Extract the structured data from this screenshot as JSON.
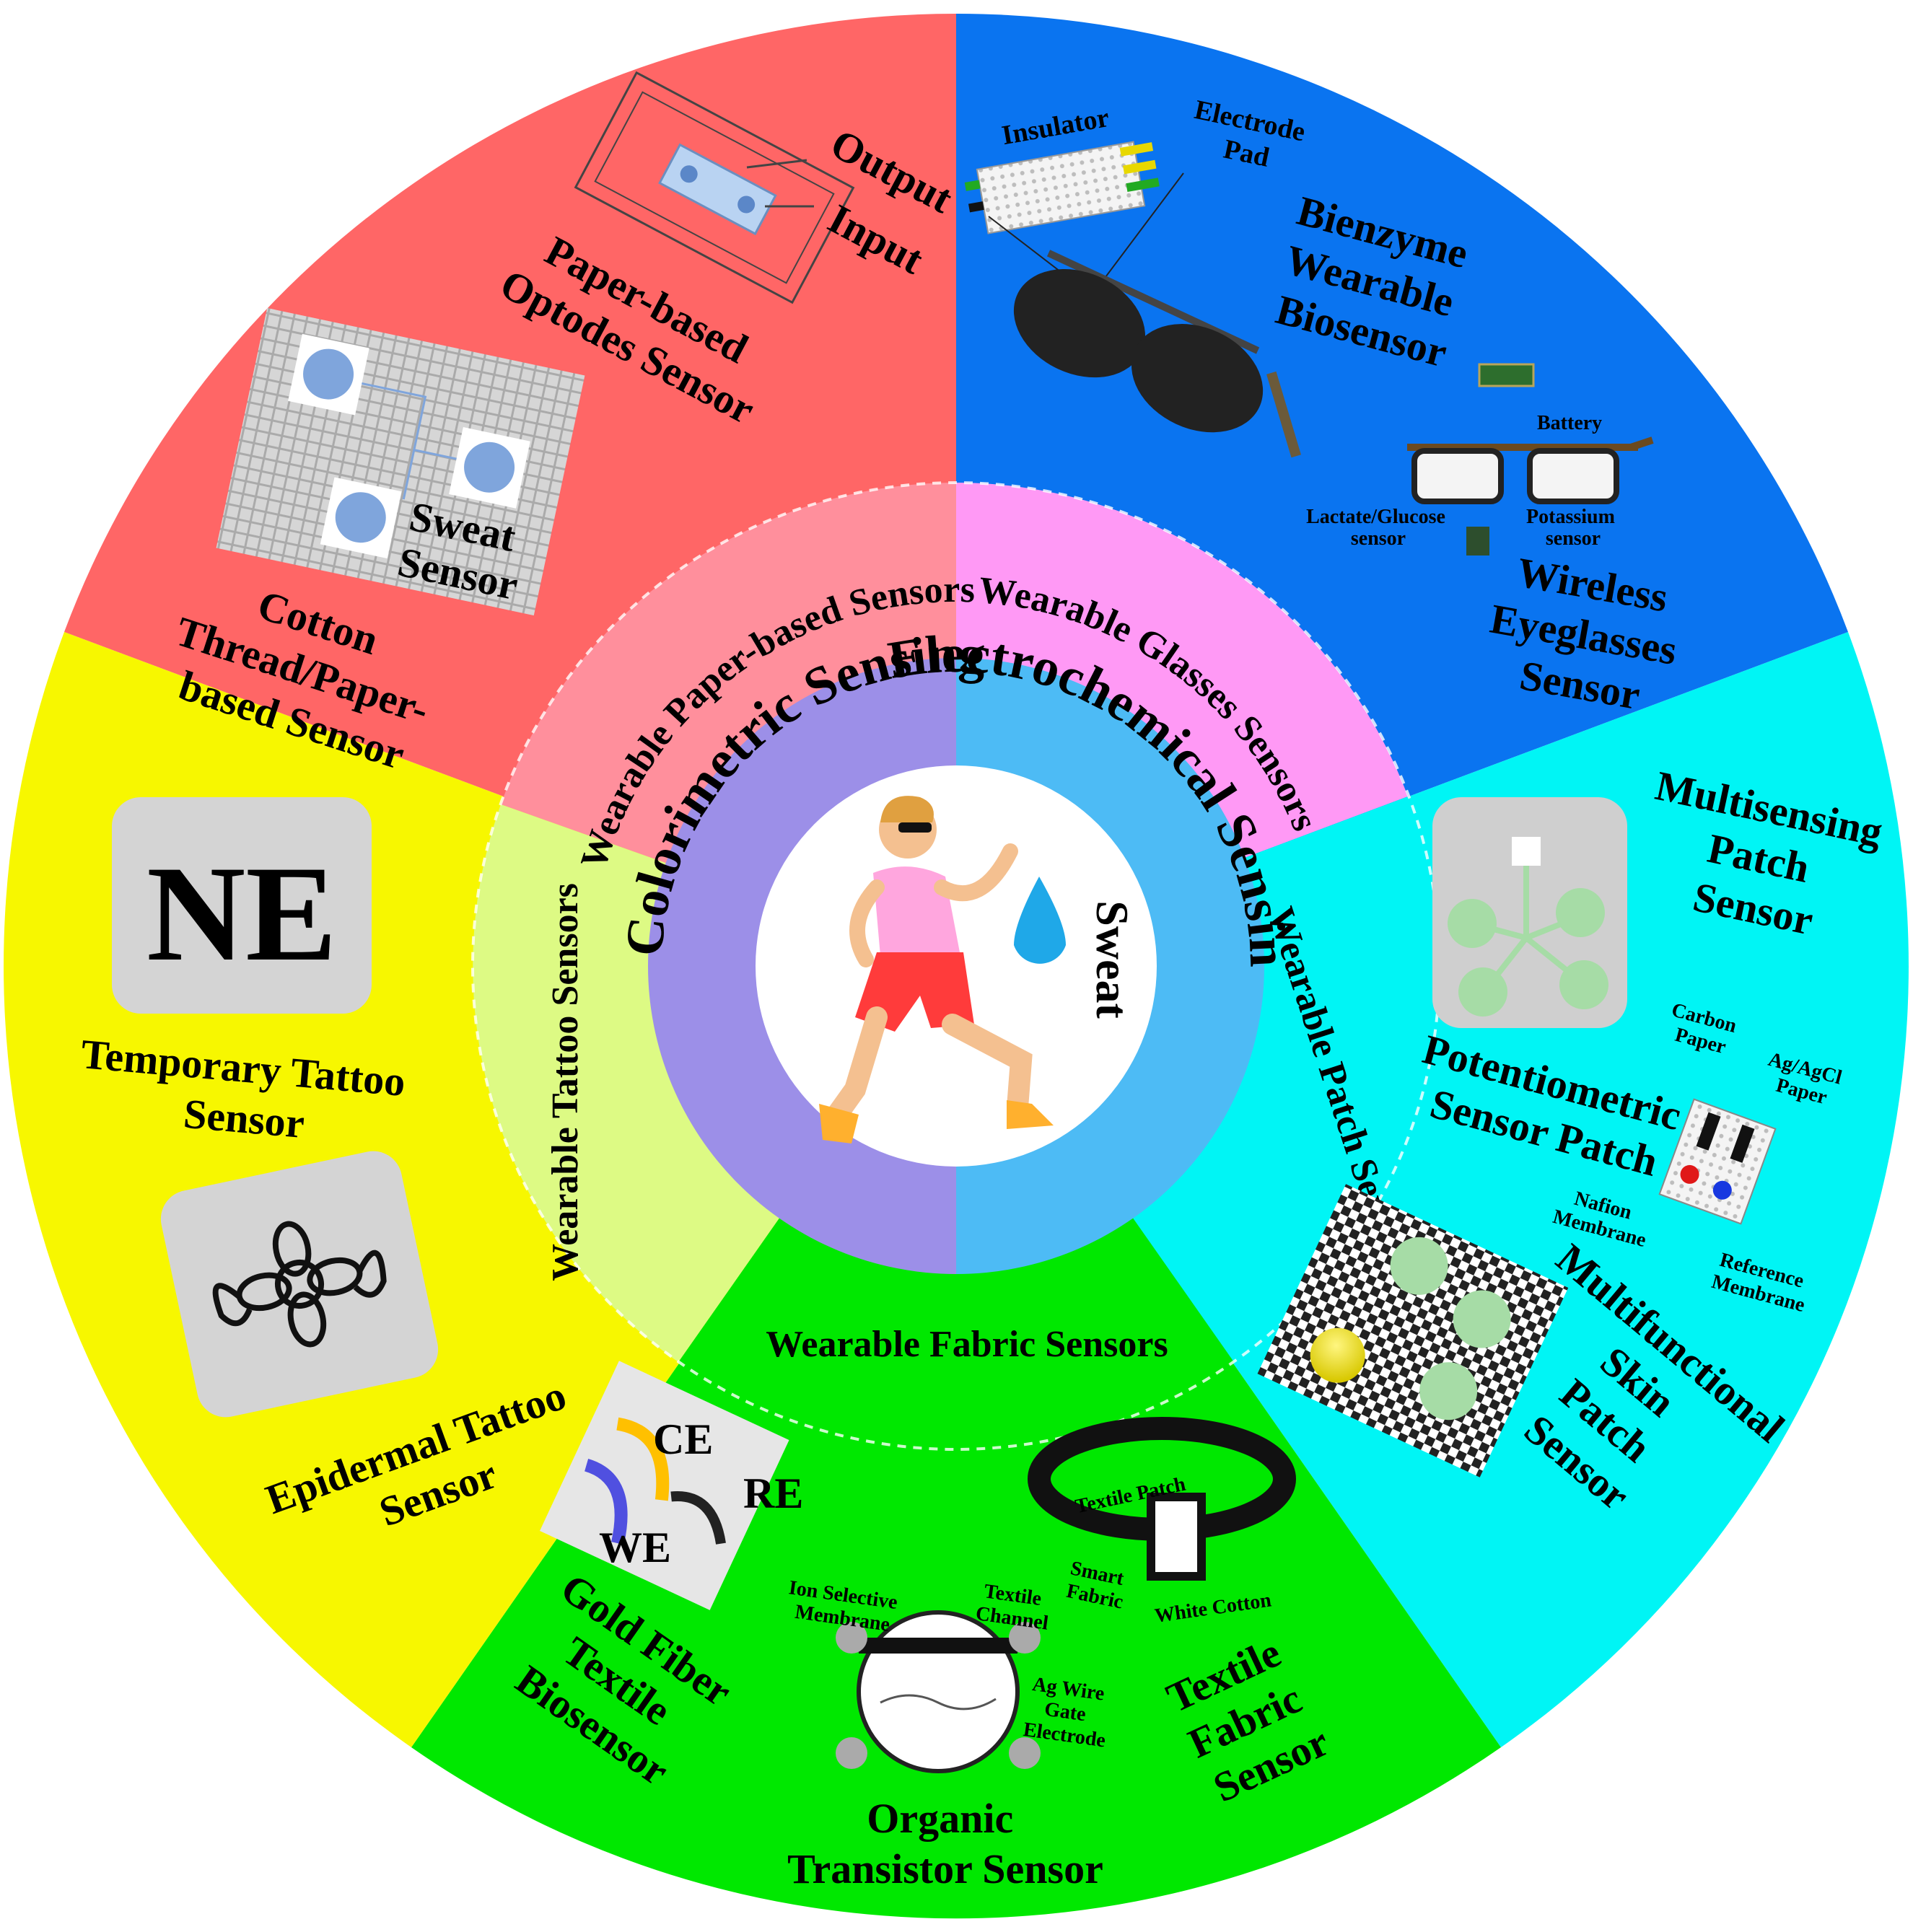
{
  "categories": {
    "colorimetric": "Colorimetric Sensing",
    "electrochemical": "Electrochemical Sensing"
  },
  "center": {
    "label": "Sweat"
  },
  "ring_labels": {
    "paper": "Wearable Paper-based Sensors",
    "glasses": "Wearable Glasses Sensors",
    "patch": "Wearable Patch Sensors",
    "fabric": "Wearable Fabric Sensors",
    "tattoo": "Wearable Tattoo Sensors"
  },
  "sensors": {
    "paper_optodes": [
      "Paper-based",
      "Optodes Sensor"
    ],
    "cotton_thread": [
      "Cotton",
      "Thread/Paper-",
      "based Sensor"
    ],
    "bienzyme": [
      "Bienzyme",
      "Wearable",
      "Biosensor"
    ],
    "wireless_eyeglasses": [
      "Wireless",
      "Eyeglasses",
      "Sensor"
    ],
    "multisensing_patch": [
      "Multisensing",
      "Patch",
      "Sensor"
    ],
    "potentiometric_patch": [
      "Potentiometric",
      "Sensor Patch"
    ],
    "multifunctional_skin": [
      "Multifunctional",
      "Skin",
      "Patch",
      "Sensor"
    ],
    "temporary_tattoo": [
      "Temporary Tattoo",
      "Sensor"
    ],
    "epidermal_tattoo": [
      "Epidermal Tattoo",
      "Sensor"
    ],
    "gold_fiber": [
      "Gold Fiber",
      "Textile",
      "Biosensor"
    ],
    "organic_transistor": [
      "Organic",
      "Transistor Sensor"
    ],
    "textile_fabric": [
      "Textile",
      "Fabric",
      "Sensor"
    ]
  },
  "annotations": {
    "output": "Output",
    "input": "Input",
    "sweat_sensor": [
      "Sweat",
      "Sensor"
    ],
    "insulator": "Insulator",
    "electrode_pad": [
      "Electrode",
      "Pad"
    ],
    "battery": "Battery",
    "lactate_glucose": [
      "Lactate/Glucose",
      "sensor"
    ],
    "potassium": [
      "Potassium",
      "sensor"
    ],
    "carbon_paper": [
      "Carbon",
      "Paper"
    ],
    "ag_agcl_paper": [
      "Ag/AgCl",
      "Paper"
    ],
    "nafion": [
      "Nafion",
      "Membrane"
    ],
    "reference_membrane": [
      "Reference",
      "Membrane"
    ],
    "ne_logo": "NE",
    "ce": "CE",
    "re": "RE",
    "we": "WE",
    "textile_patch": "Textile Patch",
    "smart_fabric": [
      "Smart",
      "Fabric"
    ],
    "white_cotton": "White Cotton",
    "ion_selective": [
      "Ion Selective",
      "Membrane"
    ],
    "textile_channel": [
      "Textile",
      "Channel"
    ],
    "ag_wire": [
      "Ag Wire",
      "Gate",
      "Electrode"
    ]
  },
  "colors": {
    "paper_outer": "#ff6666",
    "glasses_outer": "#0a74f0",
    "patch_outer": "#00f5f5",
    "fabric_outer": "#00e800",
    "tattoo_outer": "#f7f700",
    "paper_ring": "#ff8f9c",
    "glasses_ring": "#ff99f5",
    "patch_ring": "#00f5f5",
    "fabric_ring": "#00e800",
    "tattoo_ring": "#ddfa84",
    "colorimetric_core": "#9c8fe8",
    "electrochemical_core": "#4dbbf5",
    "center_disk": "#ffffff"
  }
}
